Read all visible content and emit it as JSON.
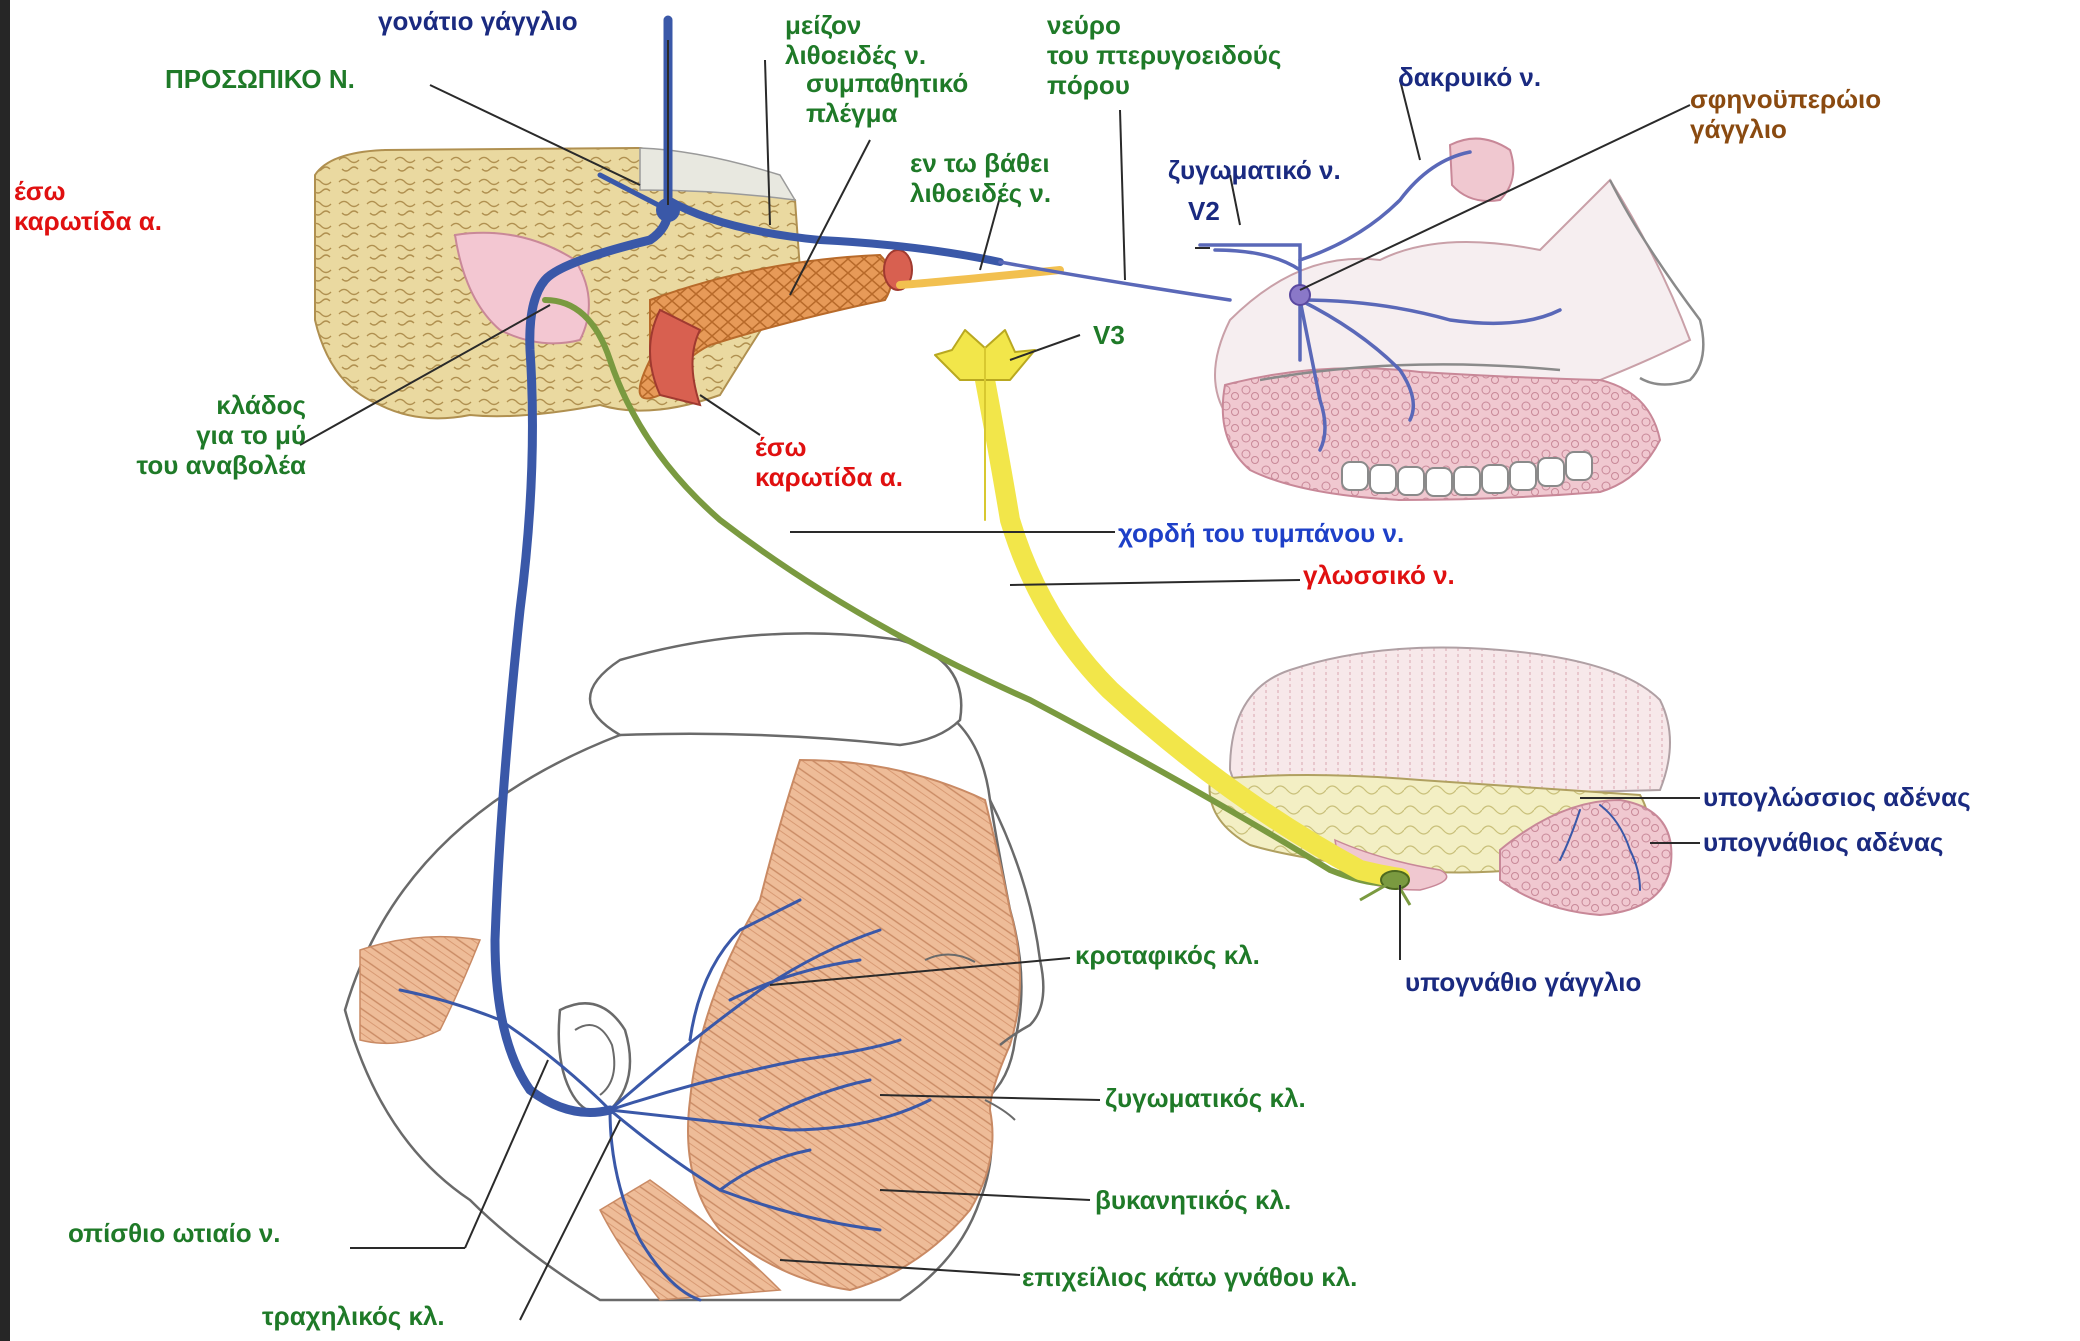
{
  "colors": {
    "green": "#1f7a28",
    "navy": "#1a2a80",
    "blue": "#1e40c8",
    "red": "#e01010",
    "brown": "#8a4a10",
    "nerve_blue": "#3a58a8",
    "nerve_green": "#7a9a40",
    "nerve_yellow": "#f2e64a",
    "bone": "#ead9a0",
    "muscle": "#e8b08a",
    "gland": "#f2eec0",
    "pink": "#e8a0b0",
    "vessel": "#d86050"
  },
  "labels": {
    "geniculate_ganglion": "γονάτιο γάγγλιο",
    "greater_petrosal": [
      "μείζον",
      "λιθοειδές ν."
    ],
    "pterygoid_canal": [
      "νεύρο",
      "του πτερυγοειδούς",
      "πόρου"
    ],
    "sympathetic_plexus": [
      "συμπαθητικό",
      "πλέγμα"
    ],
    "facial_nerve": "ΠΡΟΣΩΠΙΚΟ Ν.",
    "lacrimal_nerve": "δακρυικό ν.",
    "pterygopalatine_ganglion": [
      "σφηνοϋπερώιο",
      "γάγγλιο"
    ],
    "internal_carotid_left": [
      "έσω",
      "καρωτίδα α."
    ],
    "deep_petrosal": [
      "εν τω βάθει",
      "λιθοειδές ν."
    ],
    "zygomatic_nerve": "ζυγωματικό ν.",
    "v2": "V2",
    "v3": "V3",
    "stapedius_branch": [
      "κλάδος",
      "για το μύ",
      "του αναβολέα"
    ],
    "internal_carotid_center": [
      "έσω",
      "καρωτίδα α."
    ],
    "chorda_tympani": "χορδή του τυμπάνου ν.",
    "lingual_nerve": "γλωσσικό ν.",
    "sublingual_gland": "υπογλώσσιος αδένας",
    "submandibular_gland": "υπογνάθιος αδένας",
    "submandibular_ganglion": "υπογνάθιο γάγγλιο",
    "temporal_branch": "κροταφικός κλ.",
    "zygomatic_branch": "ζυγωματικός κλ.",
    "buccal_branch": "βυκανητικός κλ.",
    "posterior_auricular": "οπίσθιο ωτιαίο ν.",
    "marginal_mandibular": "επιχείλιος κάτω γνάθου κλ.",
    "cervical_branch": "τραχηλικός κλ."
  }
}
